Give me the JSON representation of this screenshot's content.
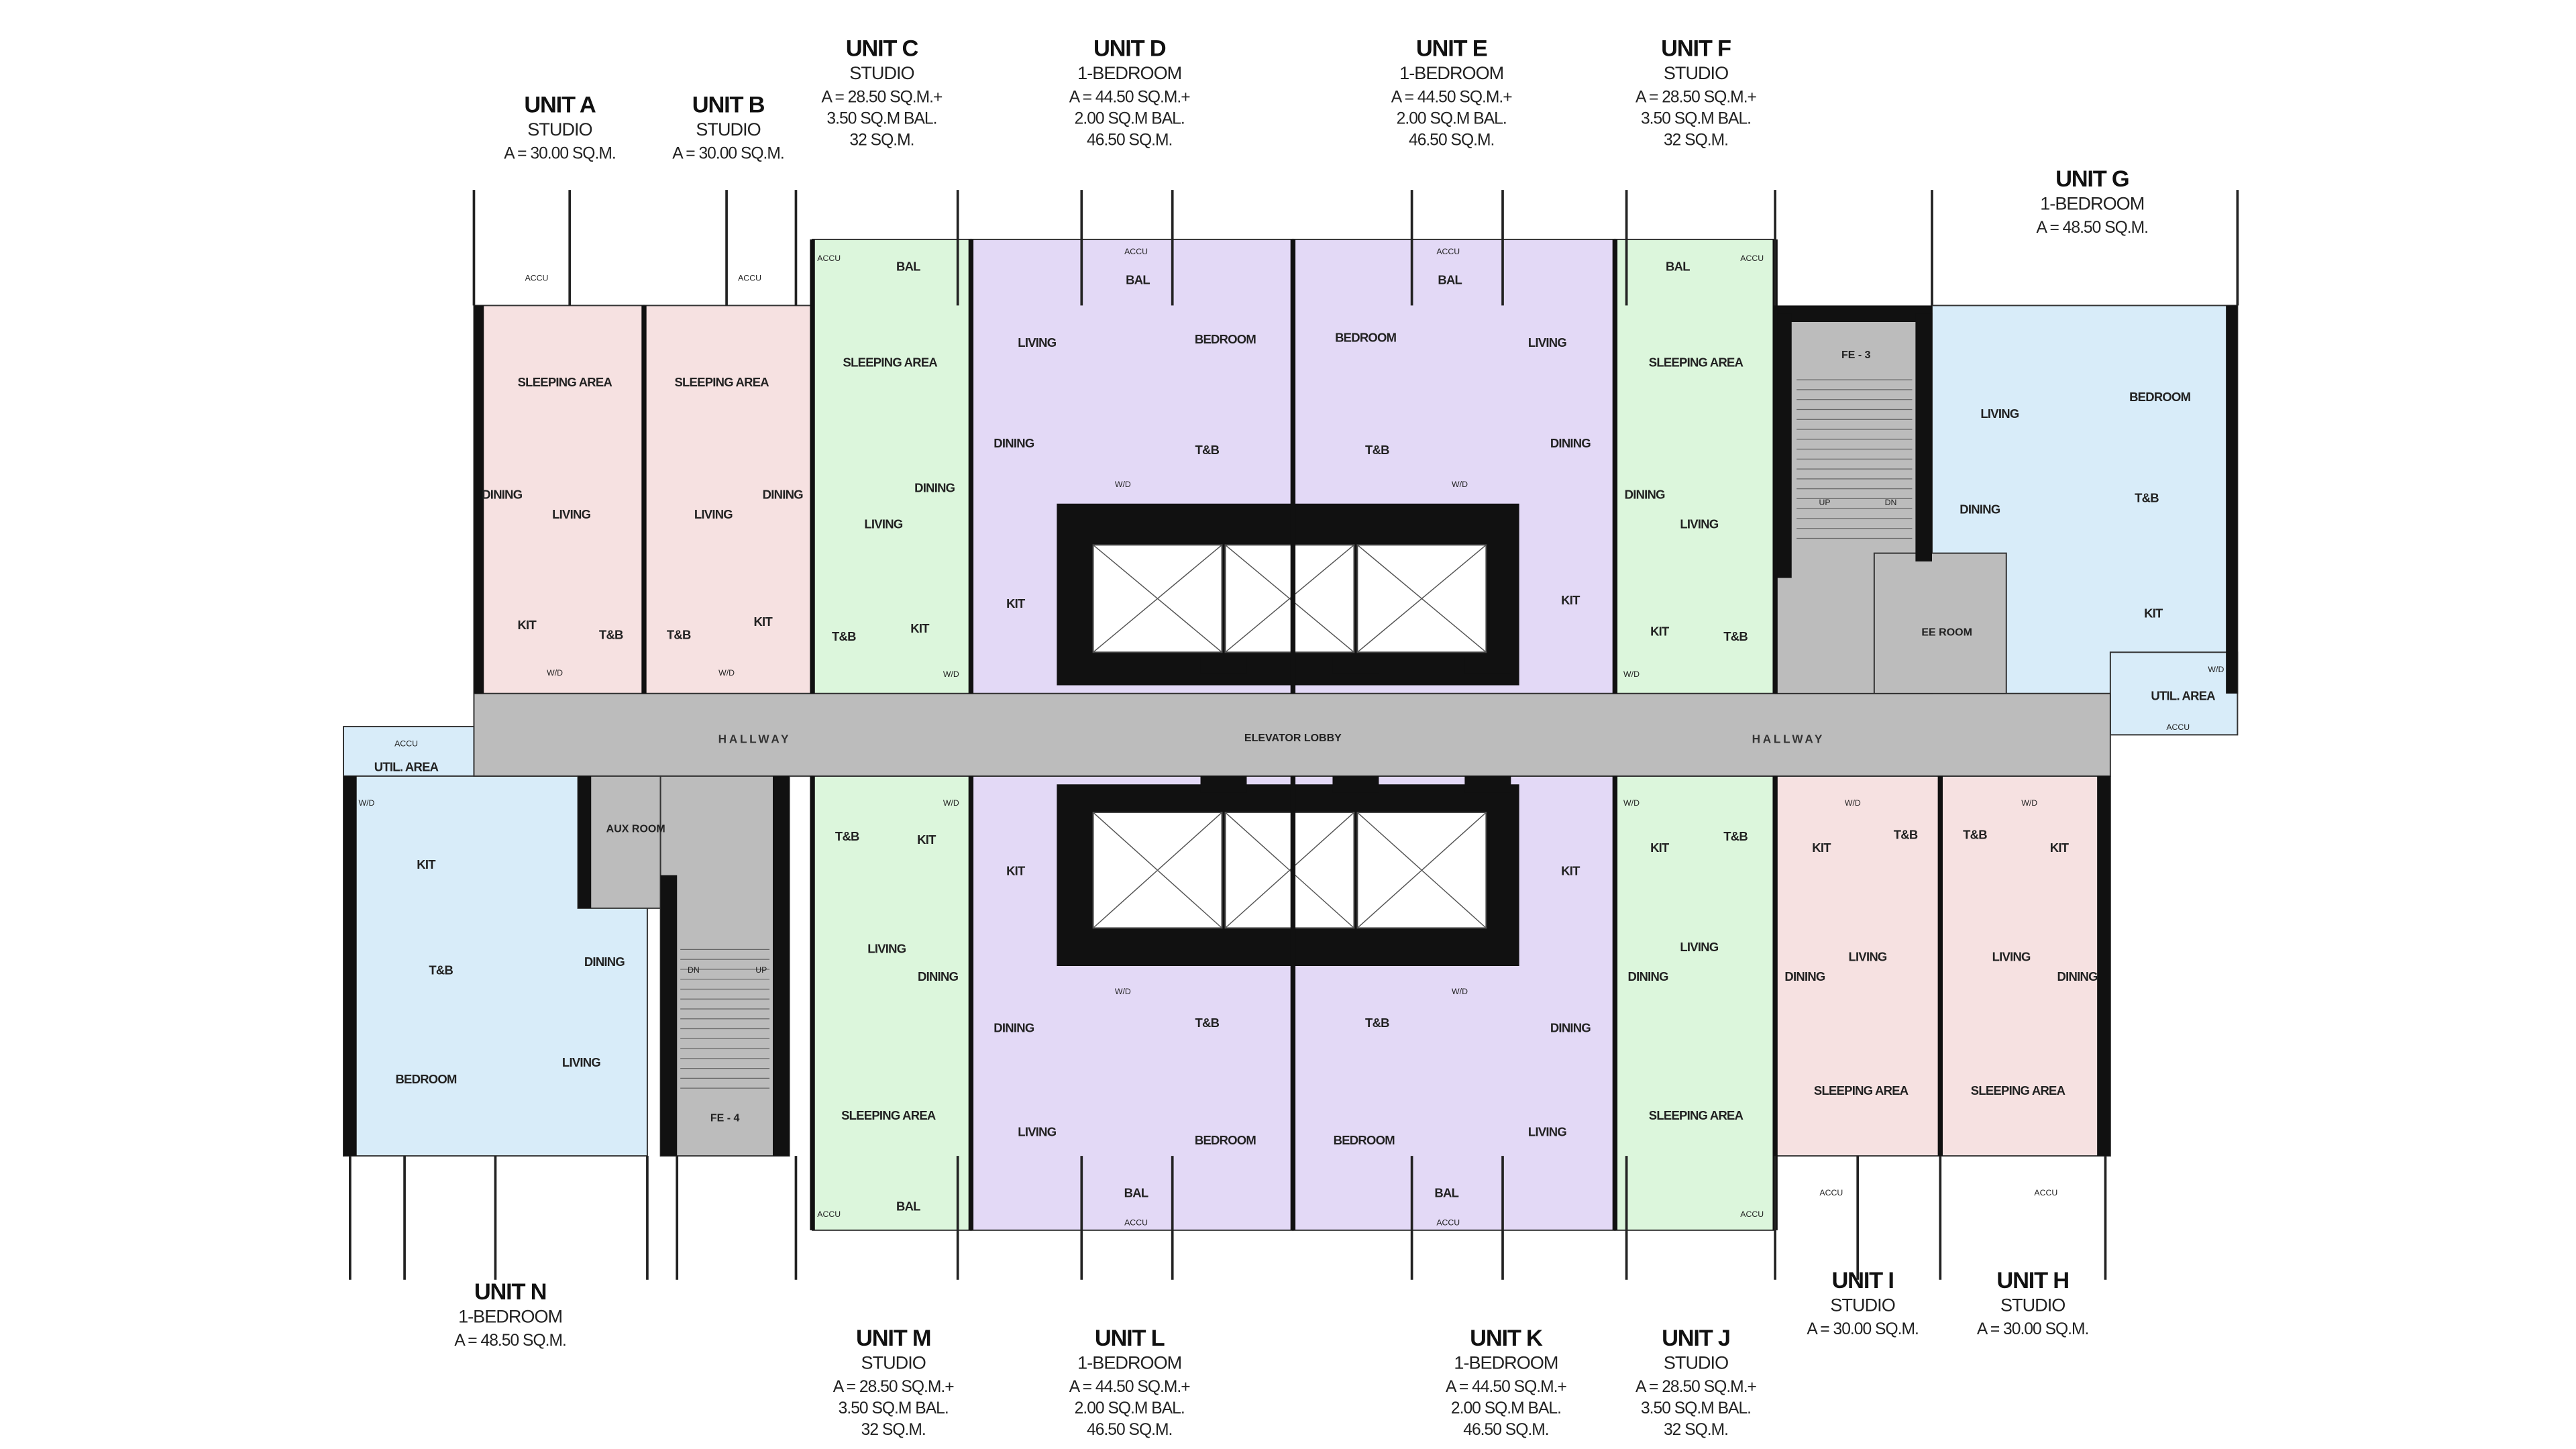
{
  "colors": {
    "studio_pink": "#f6e1e1",
    "studio_green": "#dcf6dc",
    "one_bedroom_purple": "#e3d9f6",
    "one_bedroom_blue": "#d8ecf9",
    "common_gray": "#bcbcbc",
    "wall": "#111111"
  },
  "units": [
    {
      "name": "UNIT A",
      "type": "STUDIO",
      "area": [
        "A = 30.00 SQ.M."
      ]
    },
    {
      "name": "UNIT B",
      "type": "STUDIO",
      "area": [
        "A = 30.00 SQ.M."
      ]
    },
    {
      "name": "UNIT C",
      "type": "STUDIO",
      "area": [
        "A = 28.50 SQ.M.+",
        "3.50 SQ.M BAL.",
        "32 SQ.M."
      ]
    },
    {
      "name": "UNIT D",
      "type": "1-BEDROOM",
      "area": [
        "A = 44.50 SQ.M.+",
        "2.00 SQ.M BAL.",
        "46.50 SQ.M."
      ]
    },
    {
      "name": "UNIT E",
      "type": "1-BEDROOM",
      "area": [
        "A = 44.50 SQ.M.+",
        "2.00 SQ.M BAL.",
        "46.50 SQ.M."
      ]
    },
    {
      "name": "UNIT F",
      "type": "STUDIO",
      "area": [
        "A = 28.50 SQ.M.+",
        "3.50 SQ.M BAL.",
        "32 SQ.M."
      ]
    },
    {
      "name": "UNIT G",
      "type": "1-BEDROOM",
      "area": [
        "A = 48.50 SQ.M."
      ]
    },
    {
      "name": "UNIT N",
      "type": "1-BEDROOM",
      "area": [
        "A = 48.50 SQ.M."
      ]
    },
    {
      "name": "UNIT M",
      "type": "STUDIO",
      "area": [
        "A = 28.50 SQ.M.+",
        "3.50 SQ.M BAL.",
        "32 SQ.M."
      ]
    },
    {
      "name": "UNIT L",
      "type": "1-BEDROOM",
      "area": [
        "A = 44.50 SQ.M.+",
        "2.00 SQ.M BAL.",
        "46.50 SQ.M."
      ]
    },
    {
      "name": "UNIT K",
      "type": "1-BEDROOM",
      "area": [
        "A = 44.50 SQ.M.+",
        "2.00 SQ.M BAL.",
        "46.50 SQ.M."
      ]
    },
    {
      "name": "UNIT J",
      "type": "STUDIO",
      "area": [
        "A = 28.50 SQ.M.+",
        "3.50 SQ.M BAL.",
        "32 SQ.M."
      ]
    },
    {
      "name": "UNIT I",
      "type": "STUDIO",
      "area": [
        "A = 30.00 SQ.M."
      ]
    },
    {
      "name": "UNIT H",
      "type": "STUDIO",
      "area": [
        "A = 30.00 SQ.M."
      ]
    }
  ],
  "common": {
    "hallway_left": "HALLWAY",
    "hallway_right": "HALLWAY",
    "elevator_lobby": "ELEVATOR LOBBY",
    "fe3": "FE - 3",
    "fe4": "FE - 4",
    "ee_room": "EE ROOM",
    "aux_room": "AUX ROOM",
    "up": "UP",
    "dn": "DN"
  },
  "room_labels": [
    "SLEEPING AREA",
    "DINING",
    "LIVING",
    "KIT",
    "T&B",
    "W/D",
    "ACCU",
    "SLEEPING AREA",
    "LIVING",
    "DINING",
    "T&B",
    "KIT",
    "W/D",
    "ACCU",
    "BAL",
    "SLEEPING AREA",
    "DINING",
    "LIVING",
    "T&B",
    "KIT",
    "ACCU",
    "W/D",
    "LIVING",
    "BAL",
    "BEDROOM",
    "DINING",
    "T&B",
    "KIT",
    "W/D",
    "ACCU",
    "BEDROOM",
    "BAL",
    "LIVING",
    "T&B",
    "DINING",
    "KIT",
    "W/D",
    "ACCU",
    "BAL",
    "SLEEPING AREA",
    "DINING",
    "LIVING",
    "KIT",
    "T&B",
    "ACCU",
    "W/D",
    "LIVING",
    "BEDROOM",
    "DINING",
    "T&B",
    "KIT",
    "UTIL. AREA",
    "W/D",
    "ACCU",
    "UTIL. AREA",
    "W/D",
    "ACCU",
    "KIT",
    "T&B",
    "DINING",
    "BEDROOM",
    "LIVING",
    "T&B",
    "KIT",
    "LIVING",
    "DINING",
    "SLEEPING AREA",
    "BAL",
    "ACCU",
    "W/D",
    "KIT",
    "DINING",
    "W/D",
    "T&B",
    "LIVING",
    "BEDROOM",
    "BAL",
    "ACCU",
    "KIT",
    "T&B",
    "W/D",
    "DINING",
    "BEDROOM",
    "LIVING",
    "BAL",
    "ACCU",
    "W/D",
    "T&B",
    "KIT",
    "LIVING",
    "DINING",
    "SLEEPING AREA",
    "ACCU",
    "KIT",
    "T&B",
    "LIVING",
    "DINING",
    "SLEEPING AREA",
    "ACCU",
    "W/D",
    "T&B",
    "KIT",
    "LIVING",
    "DINING",
    "SLEEPING AREA",
    "ACCU",
    "W/D"
  ]
}
